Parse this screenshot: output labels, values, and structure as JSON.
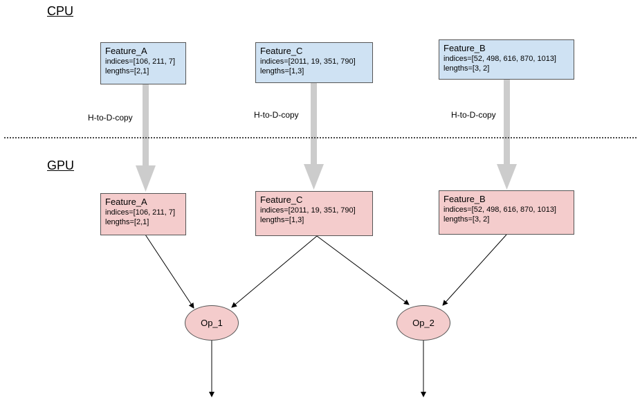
{
  "sections": {
    "cpu": "CPU",
    "gpu": "GPU"
  },
  "copy_label": "H-to-D-copy",
  "features": {
    "a": {
      "name": "Feature_A",
      "indices": "indices=[106, 211, 7]",
      "lengths": "lengths=[2,1]"
    },
    "c": {
      "name": "Feature_C",
      "indices": "indices=[2011, 19, 351, 790]",
      "lengths": "lengths=[1,3]"
    },
    "b": {
      "name": "Feature_B",
      "indices": "indices=[52, 498, 616, 870, 1013]",
      "lengths": "lengths=[3, 2]"
    }
  },
  "ops": {
    "op1": "Op_1",
    "op2": "Op_2"
  },
  "colors": {
    "cpu_box": "#cfe2f3",
    "gpu_box": "#f4cccc",
    "copy_arrow": "#cccccc"
  }
}
